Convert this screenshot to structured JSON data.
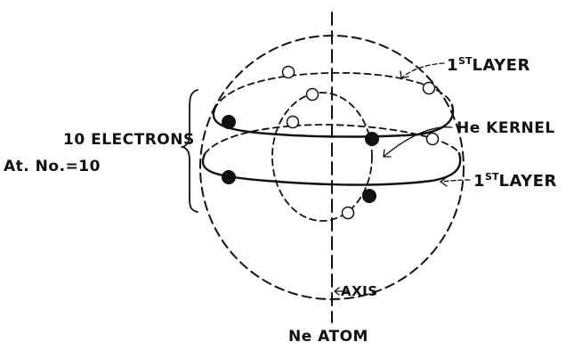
{
  "diagram": {
    "layer_top": {
      "n": "1",
      "sup": "ST",
      "word": "LAYER"
    },
    "layer_bottom": {
      "n": "1",
      "sup": "ST",
      "word": "LAYER"
    },
    "kernel_label": "He KERNEL",
    "electrons_label": "10 ELECTRONS",
    "atomic_number_label": "At. No.=10",
    "axis_label": "AXIS",
    "title": "Ne ATOM"
  },
  "colors": {
    "ink": "#111111",
    "background": "#ffffff"
  }
}
